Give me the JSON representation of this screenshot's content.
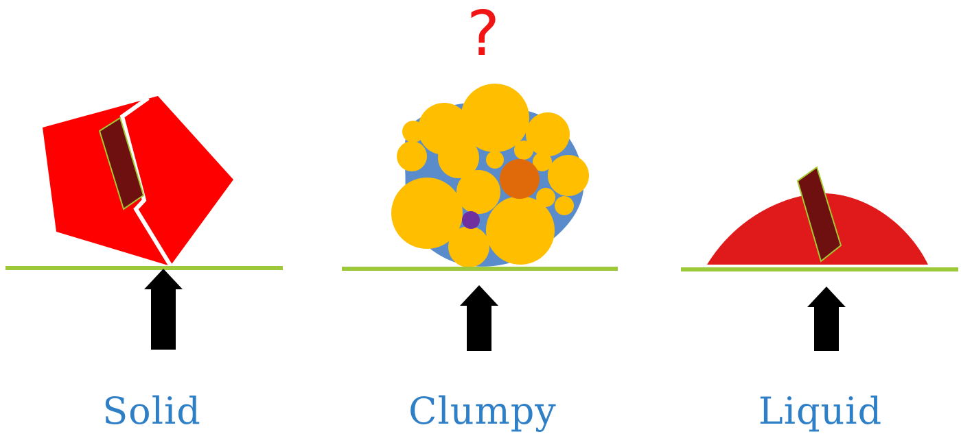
{
  "panels": [
    {
      "id": "solid",
      "caption": "Solid"
    },
    {
      "id": "clumpy",
      "caption": "Clumpy",
      "annotation": "?"
    },
    {
      "id": "liquid",
      "caption": "Liquid"
    }
  ],
  "colors": {
    "solid_body": "#fe0000",
    "block": "#6f1010",
    "block_outline": "#a3c832",
    "crack": "#ffffff",
    "surface_line": "#9dc83a",
    "arrow": "#000000",
    "grain": "#ffbf00",
    "grain_matrix": "#5a8ccc",
    "orange_grain": "#e06a0a",
    "purple_grain": "#7030a0",
    "liquid_body": "#e01a1a",
    "caption": "#2f7fc7",
    "question": "#f01414"
  }
}
